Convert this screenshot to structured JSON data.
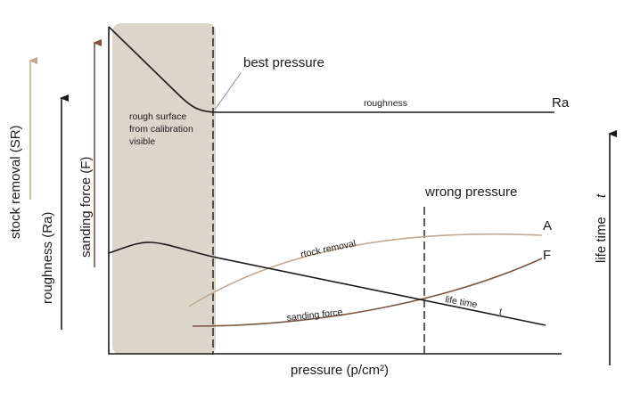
{
  "axes": {
    "x_label": "pressure (p/cm²)",
    "y_labels": {
      "stock_removal": "stock removal (SR)",
      "roughness": "roughness  (Ra)",
      "sanding_force": "sanding force (F)",
      "life_time": "life time",
      "life_time_symbol": "t"
    }
  },
  "annotations": {
    "best_pressure": "best pressure",
    "wrong_pressure": "wrong pressure",
    "rough_surface_lines": [
      "rough surface",
      "from calibration",
      "visible"
    ]
  },
  "curves": {
    "roughness": {
      "label": "roughness",
      "end_label": "Ra",
      "color": "#1a1a1a"
    },
    "stock_removal": {
      "label": "rtock removal",
      "end_label": "A",
      "color": "#c2aa92"
    },
    "sanding_force": {
      "label": "sanding force",
      "end_label": "F",
      "color": "#7a5543"
    },
    "life_time": {
      "label": "life time",
      "end_label": "t",
      "color": "#1a1a1a"
    }
  },
  "colors": {
    "shaded_region": "#ddd5ca",
    "stock_removal_arrow": "#c2aa92",
    "sanding_force_arrow": "#7a5543",
    "axis": "#1a1a1a"
  }
}
